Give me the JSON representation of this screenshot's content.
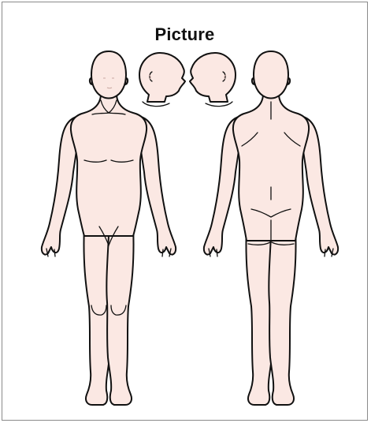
{
  "title": "Picture",
  "colors": {
    "skin": "#fbe8e3",
    "outline": "#111111",
    "border": "#8a8a8a",
    "background": "#ffffff"
  },
  "figures": [
    "front-body",
    "head-right-profile",
    "head-left-profile",
    "back-body"
  ]
}
